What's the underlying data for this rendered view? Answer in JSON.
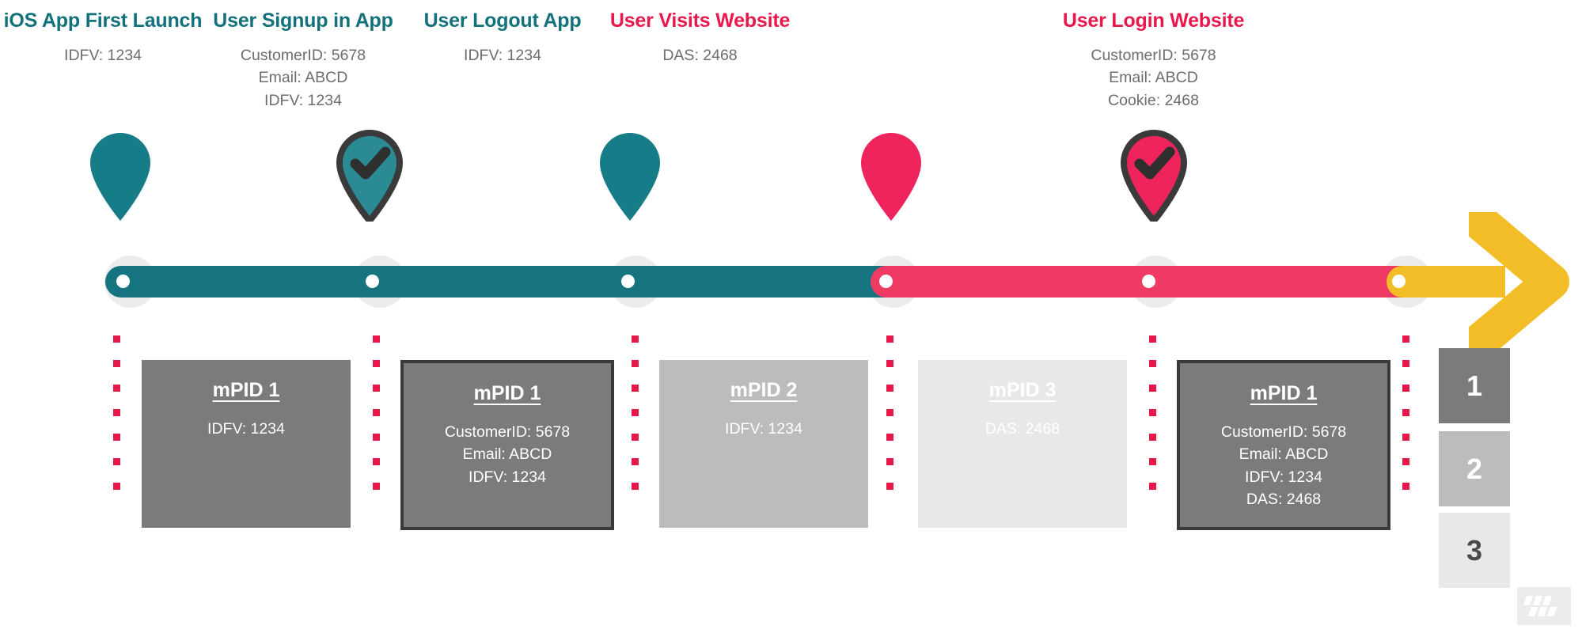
{
  "diagram": {
    "title_colors": {
      "app_event": "#13717c",
      "web_event": "#e8184c"
    },
    "timeline_colors": {
      "app_segment": "#15747f",
      "web_segment": "#ef3b63",
      "future_arrow": "#f2bd27",
      "guide_dot": "#e8174a"
    },
    "columns": [
      {
        "title": "iOS App First Launch",
        "title_kind": "app_event",
        "attributes": [
          "IDFV: 1234"
        ],
        "pin": {
          "color": "teal",
          "checked": false
        }
      },
      {
        "title": "User Signup in App",
        "title_kind": "app_event",
        "attributes": [
          "CustomerID: 5678",
          "Email: ABCD",
          "IDFV:  1234"
        ],
        "pin": {
          "color": "teal",
          "checked": true
        }
      },
      {
        "title": "User Logout App",
        "title_kind": "app_event",
        "attributes": [
          "IDFV: 1234"
        ],
        "pin": {
          "color": "teal",
          "checked": false
        }
      },
      {
        "title": "User Visits Website",
        "title_kind": "web_event",
        "attributes": [
          "DAS: 2468"
        ],
        "pin": {
          "color": "red",
          "checked": false
        }
      },
      {
        "title": "User Login Website",
        "title_kind": "web_event",
        "attributes": [
          "CustomerID: 5678",
          "Email: ABCD",
          "Cookie: 2468"
        ],
        "pin": {
          "color": "red",
          "checked": true
        }
      }
    ],
    "cards": [
      {
        "title": "mPID 1",
        "lines": [
          "IDFV:  1234"
        ],
        "fill": "#7b7b7b",
        "bordered": false
      },
      {
        "title": "mPID 1",
        "lines": [
          "CustomerID: 5678",
          "Email: ABCD",
          "IDFV:  1234"
        ],
        "fill": "#7b7b7b",
        "bordered": true
      },
      {
        "title": "mPID 2",
        "lines": [
          "IDFV:  1234"
        ],
        "fill": "#bcbcbc",
        "bordered": false
      },
      {
        "title": "mPID 3",
        "lines": [
          "DAS:  2468"
        ],
        "fill": "#e8e8e8",
        "bordered": false
      },
      {
        "title": "mPID 1",
        "lines": [
          "CustomerID: 5678",
          "Email: ABCD",
          "IDFV:  1234",
          "DAS: 2468"
        ],
        "fill": "#7b7b7b",
        "bordered": true
      }
    ],
    "legend": [
      {
        "label": "1",
        "fill": "#7b7b7b",
        "text_color": "#ffffff"
      },
      {
        "label": "2",
        "fill": "#bcbcbc",
        "text_color": "#ffffff"
      },
      {
        "label": "3",
        "fill": "#e8e8e8",
        "text_color": "#4a4a4a"
      }
    ]
  }
}
